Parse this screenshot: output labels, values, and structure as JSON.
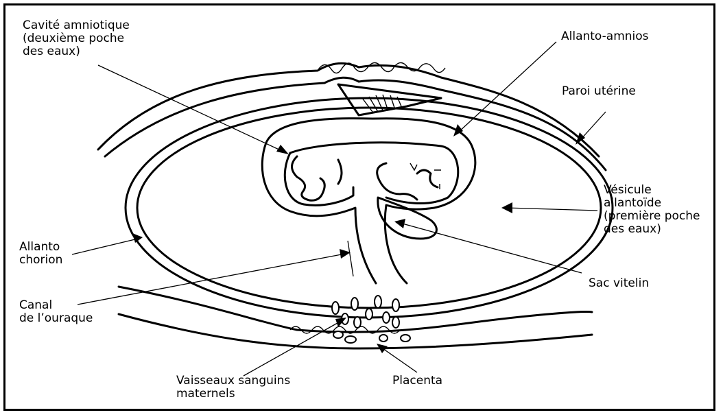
{
  "labels": {
    "cavite": "Cavité amniotique\n(deuxième poche\ndes eaux)",
    "allanto_amnios": "Allanto-amnios",
    "paroi": "Paroi utérine",
    "vesicule": "Vésicule\nallantoïde\n(première poche\ndes eaux)",
    "allanto_chorion": "Allanto\nchorion",
    "sac_vitelin": "Sac vitelin",
    "canal": "Canal\nde l’ouraque",
    "vaisseaux": "Vaisseaux sanguins\nmaternels",
    "placenta": "Placenta"
  },
  "colors": {
    "ink": "#000000",
    "background": "#ffffff"
  }
}
